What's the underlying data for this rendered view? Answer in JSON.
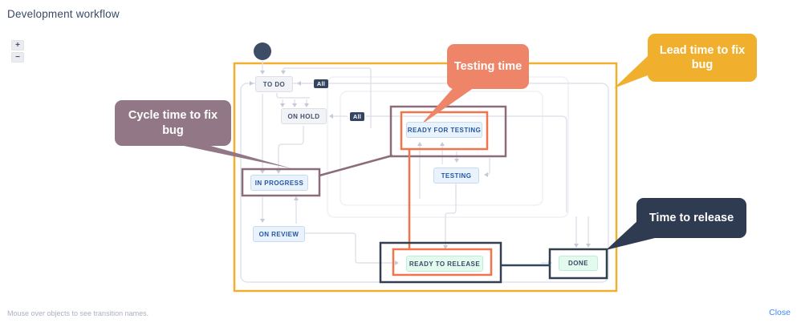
{
  "window": {
    "title": "Development workflow",
    "footer_hint": "Mouse over objects to see transition names.",
    "close_label": "Close"
  },
  "zoom_controls": {
    "zoom_in_label": "+",
    "zoom_out_label": "−"
  },
  "diagram": {
    "all_badge_label": "All",
    "statuses": [
      {
        "label": "TO DO",
        "category": "todo"
      },
      {
        "label": "ON HOLD",
        "category": "todo"
      },
      {
        "label": "READY FOR TESTING",
        "category": "in-progress"
      },
      {
        "label": "IN PROGRESS",
        "category": "in-progress"
      },
      {
        "label": "TESTING",
        "category": "in-progress"
      },
      {
        "label": "ON REVIEW",
        "category": "in-progress"
      },
      {
        "label": "READY TO RELEASE",
        "category": "done"
      },
      {
        "label": "DONE",
        "category": "done"
      }
    ]
  },
  "annotations": {
    "testing_time": {
      "label": "Testing time",
      "color": "#EE8568"
    },
    "lead_time": {
      "label": "Lead time to fix bug",
      "color": "#F0B02E"
    },
    "cycle_time": {
      "label": "Cycle time to fix bug",
      "color": "#927886"
    },
    "time_to_release": {
      "label": "Time to release",
      "color": "#2F3B50"
    }
  },
  "colors": {
    "diagram_border": "#F0B02E",
    "orange_outline": "#F2744D",
    "mauve_outline": "#8A6C7A",
    "dark_outline": "#333F4F",
    "release_transition_line": "#344563",
    "status_todo_bg": "#F2F3F6",
    "status_inprogress_bg": "#EAF2FC",
    "status_done_bg": "#E3FBEF",
    "connector_gray": "#E0E4EA",
    "close_link": "#3C86F4"
  }
}
